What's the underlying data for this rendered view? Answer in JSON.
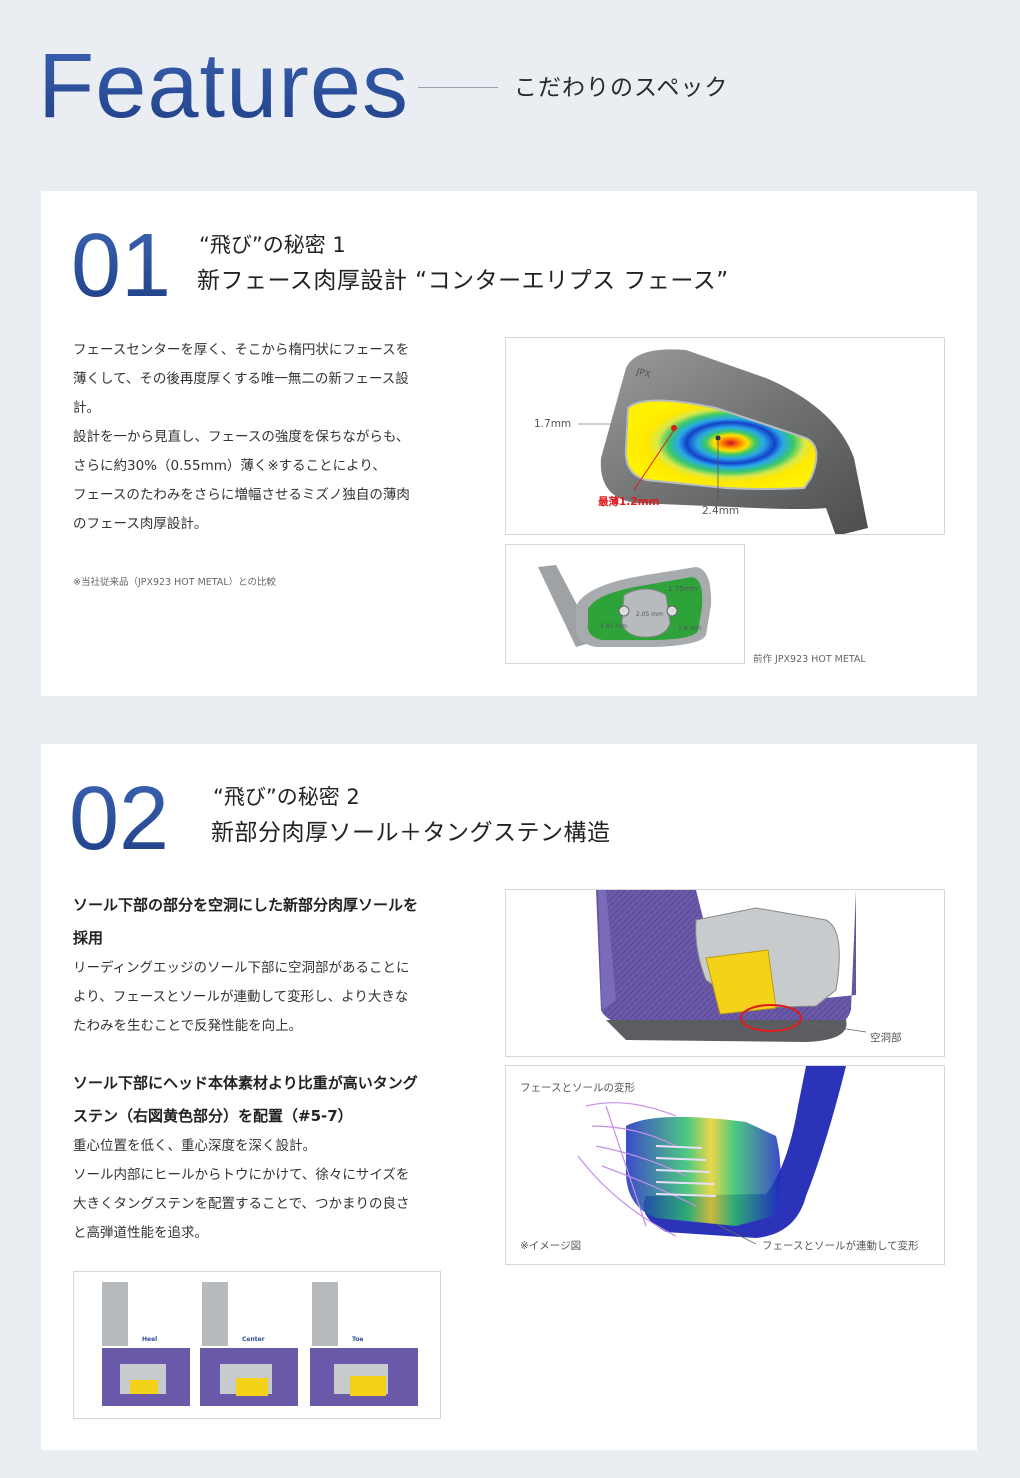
{
  "header": {
    "title": "Features",
    "subtitle": "こだわりのスペック"
  },
  "section1": {
    "number": "01",
    "heading_a": "“飛び”の秘密 1",
    "heading_b": "新フェース肉厚設計 “コンターエリプス フェース”",
    "body": "フェースセンターを厚く、そこから楕円状にフェースを\n薄くして、その後再度厚くする唯一無二の新フェース設\n計。\n設計を一から見直し、フェースの強度を保ちながらも、\nさらに約30%（0.55mm）薄く※することにより、\nフェースのたわみをさらに増幅させるミズノ独自の薄肉\nのフェース肉厚設計。",
    "note": "※当社従来品（JPX923 HOT METAL）との比較",
    "image1": {
      "label_1_7": "1.7mm",
      "label_min": "最薄1.2mm",
      "label_2_4": "2.4mm",
      "logo": "JPX"
    },
    "image2": {
      "label_175": "1.75mm",
      "label_205": "2.05 mm",
      "label_185": "1.85 mm",
      "label_19": "1.9 mm",
      "caption": "前作 JPX923 HOT METAL"
    }
  },
  "section2": {
    "number": "02",
    "heading_a": "“飛び”の秘密 2",
    "heading_b": "新部分肉厚ソール＋タングステン構造",
    "bold1": "ソール下部の部分を空洞にした新部分肉厚ソールを\n採用",
    "body1": "リーディングエッジのソール下部に空洞部があることに\nより、フェースとソールが連動して変形し、より大きな\nたわみを生むことで反発性能を向上。",
    "bold2": "ソール下部にヘッド本体素材より比重が高いタング\nステン（右図黄色部分）を配置（#5-7）",
    "body2": "重心位置を低く、重心深度を深く設計。\nソール内部にヒールからトウにかけて、徐々にサイズを\n大きくタングステンを配置することで、つかまりの良さ\nと高弾道性能を追求。",
    "image3": {
      "label": "空洞部"
    },
    "image4": {
      "title": "フェースとソールの変形",
      "note": "※イメージ図",
      "label": "フェースとソールが連動して変形"
    },
    "image5": {
      "labels": [
        "Heel",
        "Center",
        "Toe"
      ]
    }
  },
  "colors": {
    "brand_blue": "#2d4f96",
    "tungsten_yellow": "#f5d21a",
    "sole_purple": "#6a59a8",
    "highlight_red": "#e01b1b"
  }
}
